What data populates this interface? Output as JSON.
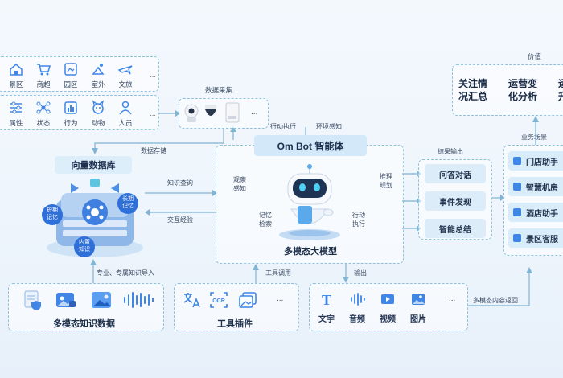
{
  "top_row1": [
    "景区",
    "商超",
    "园区",
    "室外",
    "文旅",
    "..."
  ],
  "top_row2": [
    "属性",
    "状态",
    "行为",
    "动物",
    "人员",
    "..."
  ],
  "data_collect": {
    "title": "数据采集",
    "more": "..."
  },
  "arrows": {
    "store": "数据存储",
    "action": "行动执行",
    "perceive": "环境感知",
    "query": "知识查询",
    "exchange": "交互经验",
    "import": "专业、专属知识导入",
    "tool_call": "工具调用",
    "output": "输出",
    "return": "多模态内容返回",
    "result": "结果输出",
    "scene": "业务场景",
    "value": "价值"
  },
  "vector_db": {
    "title": "向量数据库",
    "short": "短期\n记忆",
    "long": "长期\n记忆",
    "inner": "内置\n知识"
  },
  "agent": {
    "title": "Om Bot 智能体",
    "observe": "观察\n感知",
    "reason": "推理\n规划",
    "memory": "记忆\n检索",
    "execute": "行动\n执行",
    "model": "多模态大模型"
  },
  "results": [
    "问答对话",
    "事件发现",
    "智能总结"
  ],
  "scenes": [
    "门店助手",
    "智慧机房",
    "酒店助手",
    "景区客服"
  ],
  "values": [
    "关注情\n况汇总",
    "运营变\n化分析",
    "运\n升"
  ],
  "knowledge": {
    "title": "多模态知识数据"
  },
  "tools": {
    "title": "工具插件",
    "more": "..."
  },
  "media": {
    "items": [
      "文字",
      "音频",
      "视频",
      "图片"
    ],
    "more": "..."
  },
  "colors": {
    "accent": "#3f86e6",
    "dash": "#8fc3dd",
    "pill": "#dceefa"
  }
}
